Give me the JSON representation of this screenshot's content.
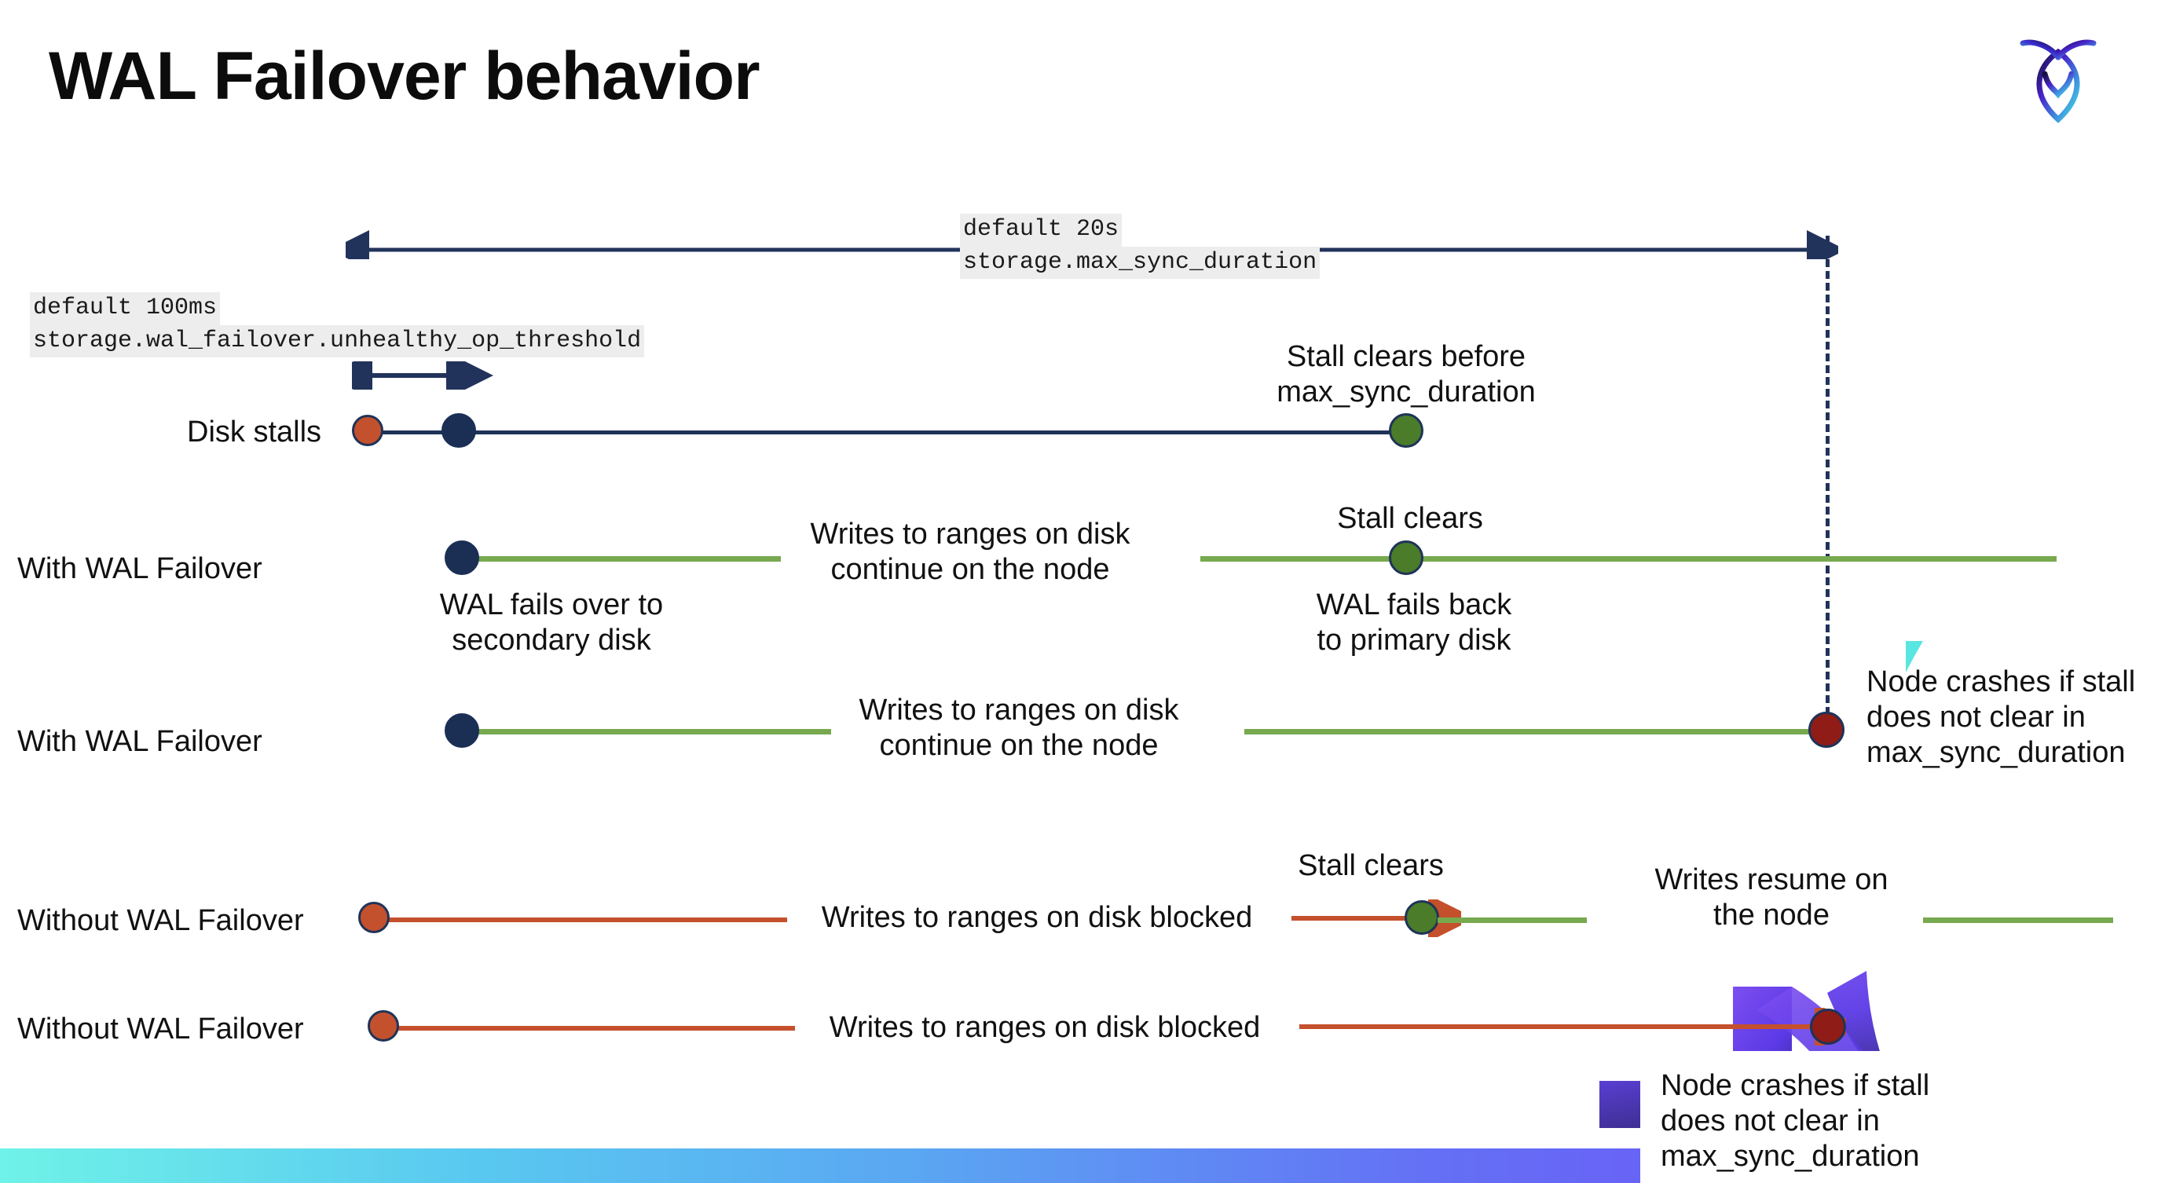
{
  "slide": {
    "title": "WAL Failover behavior",
    "logo_name": "cockroachdb-logo"
  },
  "annotations": {
    "max_sync_duration": {
      "default": "default 20s",
      "setting": "storage.max_sync_duration"
    },
    "unhealthy_op_threshold": {
      "default": "default 100ms",
      "setting": "storage.wal_failover.unhealthy_op_threshold"
    }
  },
  "rows": [
    {
      "id": "disk-stalls",
      "label": "Disk stalls",
      "note": "Stall clears before\nmax_sync_duration"
    },
    {
      "id": "with-wal-failover-clears",
      "label": "With WAL Failover",
      "note_start": "WAL fails over to\nsecondary disk",
      "note_mid": "Writes to ranges on disk\ncontinue on the node",
      "note_clear": "Stall clears",
      "note_back": "WAL fails  back\nto primary disk"
    },
    {
      "id": "with-wal-failover-crash",
      "label": "With WAL Failover",
      "note_mid": "Writes to ranges on disk\ncontinue on the node",
      "note_crash": "Node crashes if stall\ndoes not clear in\nmax_sync_duration"
    },
    {
      "id": "without-wal-failover-clears",
      "label": "Without WAL Failover",
      "note_mid": "Writes to ranges on disk  blocked",
      "note_clear": "Stall clears",
      "note_resume": "Writes resume on\nthe node"
    },
    {
      "id": "without-wal-failover-crash",
      "label": "Without WAL Failover",
      "note_mid": "Writes to ranges on disk  blocked",
      "note_crash": "Node crashes if stall\ndoes not clear in\nmax_sync_duration"
    }
  ],
  "colors": {
    "navy": "#1f3358",
    "green": "#77a94f",
    "green_dot": "#4a7c2a",
    "orange": "#c4512d",
    "dark_red": "#8f1c16",
    "code_bg": "#ededed",
    "bar_start": "#6ff2e8",
    "bar_end": "#7b4ff2"
  }
}
